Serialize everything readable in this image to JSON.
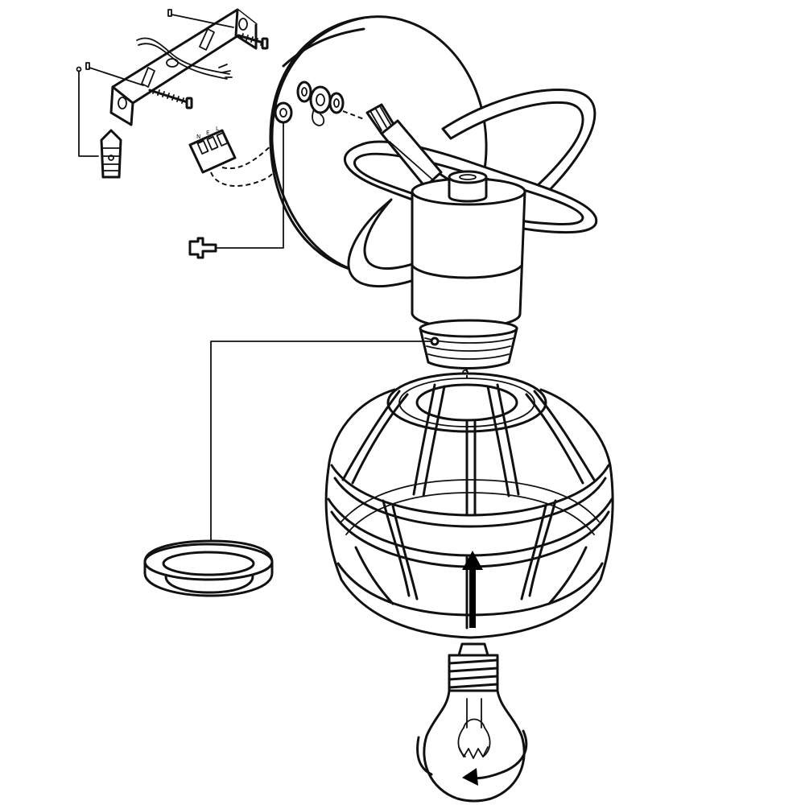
{
  "diagram": {
    "kind": "exploded assembly illustration",
    "line_color": "#111111",
    "background": "#ffffff",
    "terminal_block": {
      "labels": [
        "N",
        "E",
        "L"
      ]
    }
  }
}
